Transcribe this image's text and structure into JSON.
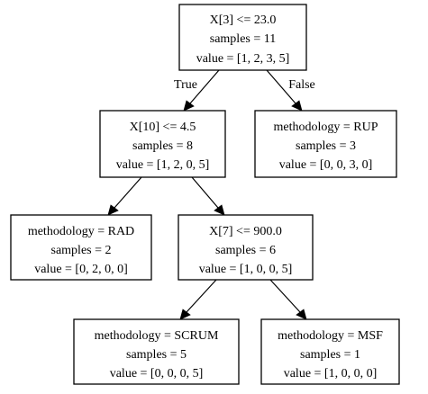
{
  "tree": {
    "root": {
      "condition": "X[3] <= 23.0",
      "samples": "samples = 11",
      "value": "value = [1, 2, 3, 5]"
    },
    "node_x10": {
      "condition": "X[10] <= 4.5",
      "samples": "samples = 8",
      "value": "value = [1, 2, 0, 5]"
    },
    "leaf_rup": {
      "condition": "methodology = RUP",
      "samples": "samples = 3",
      "value": "value = [0, 0, 3, 0]"
    },
    "leaf_rad": {
      "condition": "methodology = RAD",
      "samples": "samples = 2",
      "value": "value = [0, 2, 0, 0]"
    },
    "node_x7": {
      "condition": "X[7] <= 900.0",
      "samples": "samples = 6",
      "value": "value = [1, 0, 0, 5]"
    },
    "leaf_scrum": {
      "condition": "methodology = SCRUM",
      "samples": "samples = 5",
      "value": "value = [0, 0, 0, 5]"
    },
    "leaf_msf": {
      "condition": "methodology = MSF",
      "samples": "samples = 1",
      "value": "value = [1, 0, 0, 0]"
    }
  },
  "edge_labels": {
    "true": "True",
    "false": "False"
  }
}
